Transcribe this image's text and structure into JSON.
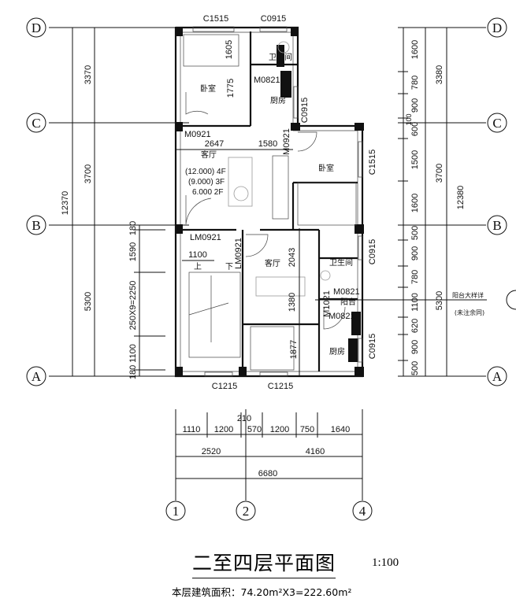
{
  "title": "二至四层平面图",
  "scale": "1:100",
  "area_note": "本层建筑面积：74.20m²X3=222.60m²",
  "axes": {
    "rows": [
      "D",
      "C",
      "B",
      "A"
    ],
    "cols": [
      "1",
      "2",
      "4"
    ]
  },
  "left_dims": {
    "overall": "12370",
    "d_c": "3370",
    "c_b": "3700",
    "b_a": "5300",
    "fine": [
      "180",
      "1590",
      "250X9=2250",
      "1100",
      "180"
    ]
  },
  "right_dims": {
    "overall": "12380",
    "d_c": "3380",
    "c_b": "3700",
    "b_a": "5300",
    "fine": [
      "1600",
      "780",
      "900",
      "100",
      "600",
      "1500",
      "1600",
      "500",
      "900",
      "780",
      "1100",
      "620",
      "900",
      "500"
    ]
  },
  "bottom_dims": {
    "row1": [
      "1110",
      "1200",
      "210",
      "570",
      "1200",
      "750",
      "1640"
    ],
    "row2": [
      "2520",
      "4160"
    ],
    "total": "6680"
  },
  "rooms": {
    "bedroom": "卧室",
    "toilet": "卫生间",
    "kitchen": "厨房",
    "living": "客厅",
    "stair_up": "上",
    "stair_down": "下",
    "balcony": "阳台"
  },
  "openings": {
    "c1515": "C1515",
    "c0915": "C0915",
    "m0821": "M0821",
    "m0921": "M0921",
    "lm0921": "LM0921",
    "m1021": "M1021",
    "c1215": "C1215"
  },
  "inner_dims": {
    "d1605": "1605",
    "d1775": "1775",
    "d2647": "2647",
    "d1580": "1580",
    "d1100": "1100",
    "d2043": "2043",
    "d1380": "1380",
    "d1877": "1877"
  },
  "elevations": [
    "(12.000)  4F",
    "(9.000)  3F",
    "6.000   2F"
  ],
  "balcony_note": [
    "阳台大样详",
    "(未注余同)"
  ]
}
